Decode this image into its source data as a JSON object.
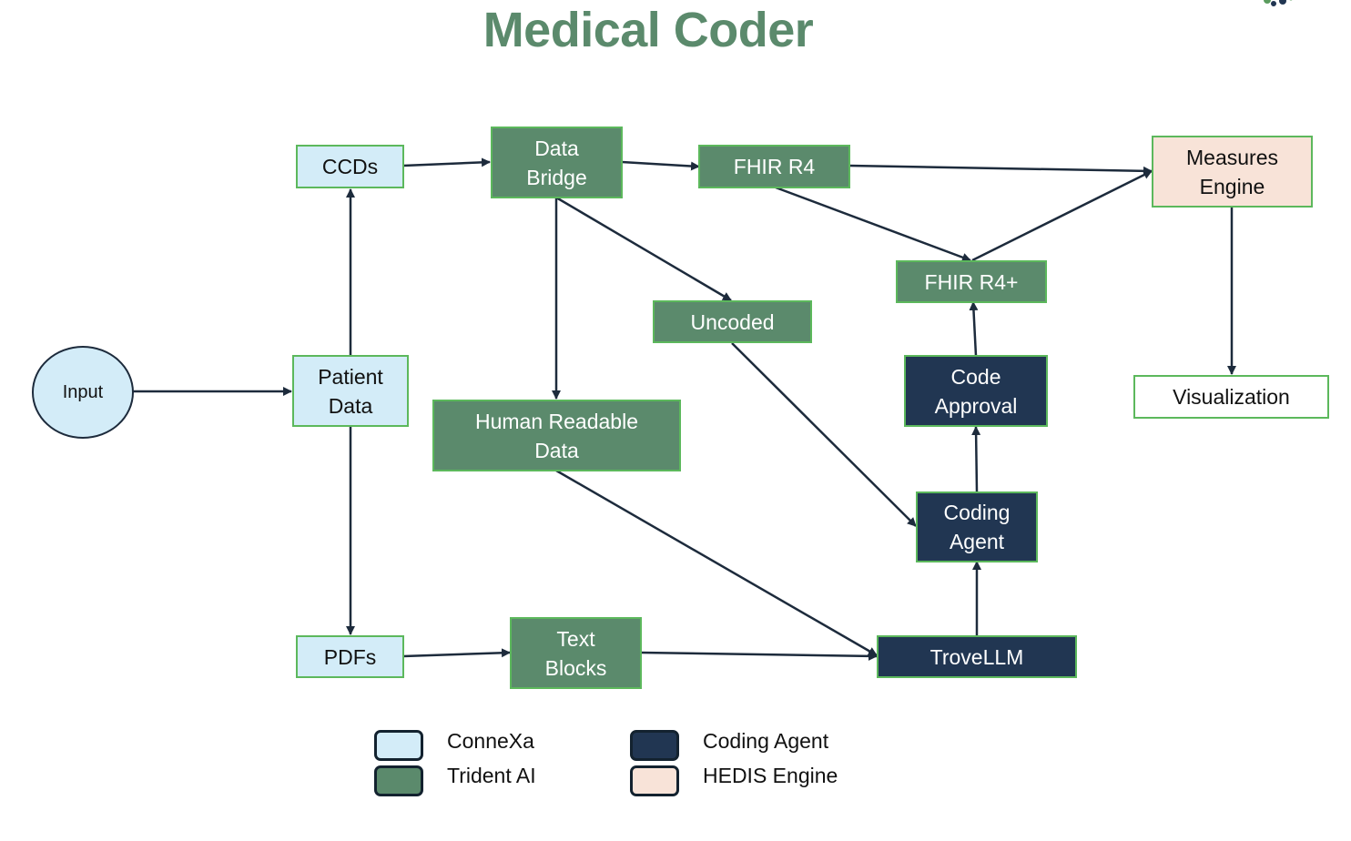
{
  "title": "Medical Coder",
  "colors": {
    "title": "#5b8a6c",
    "conne_xa": "#d3ecf8",
    "trident_ai": "#5b8a6c",
    "coding_agent": "#213652",
    "hedis_engine": "#f8e3d8",
    "node_border": "#5cb85c",
    "edge": "#1d2b3c"
  },
  "nodes": {
    "input": "Input",
    "patient_data": "Patient\nData",
    "ccds": "CCDs",
    "pdfs": "PDFs",
    "data_bridge": "Data\nBridge",
    "fhir_r4": "FHIR R4",
    "uncoded": "Uncoded",
    "human_readable": "Human Readable\nData",
    "text_blocks": "Text\nBlocks",
    "trove_llm": "TroveLLM",
    "coding_agent": "Coding\nAgent",
    "code_approval": "Code\nApproval",
    "fhir_r4_plus": "FHIR R4+",
    "measures_engine": "Measures\nEngine",
    "visualization": "Visualization"
  },
  "edges": [
    {
      "from": "Input",
      "to": "Patient Data"
    },
    {
      "from": "Patient Data",
      "to": "CCDs"
    },
    {
      "from": "Patient Data",
      "to": "PDFs"
    },
    {
      "from": "CCDs",
      "to": "Data Bridge"
    },
    {
      "from": "Data Bridge",
      "to": "FHIR R4"
    },
    {
      "from": "Data Bridge",
      "to": "Uncoded"
    },
    {
      "from": "Data Bridge",
      "to": "Human Readable Data"
    },
    {
      "from": "FHIR R4",
      "to": "Measures Engine"
    },
    {
      "from": "FHIR R4",
      "to": "FHIR R4+"
    },
    {
      "from": "FHIR R4+",
      "to": "Measures Engine"
    },
    {
      "from": "Uncoded",
      "to": "Coding Agent"
    },
    {
      "from": "Human Readable Data",
      "to": "TroveLLM"
    },
    {
      "from": "PDFs",
      "to": "Text Blocks"
    },
    {
      "from": "Text Blocks",
      "to": "TroveLLM"
    },
    {
      "from": "TroveLLM",
      "to": "Coding Agent"
    },
    {
      "from": "Coding Agent",
      "to": "Code Approval"
    },
    {
      "from": "Code Approval",
      "to": "FHIR R4+"
    },
    {
      "from": "Measures Engine",
      "to": "Visualization"
    }
  ],
  "legend": [
    {
      "label": "ConneXa",
      "color": "#d3ecf8"
    },
    {
      "label": "Trident AI",
      "color": "#5b8a6c"
    },
    {
      "label": "Coding Agent",
      "color": "#213652"
    },
    {
      "label": "HEDIS Engine",
      "color": "#f8e3d8"
    }
  ]
}
